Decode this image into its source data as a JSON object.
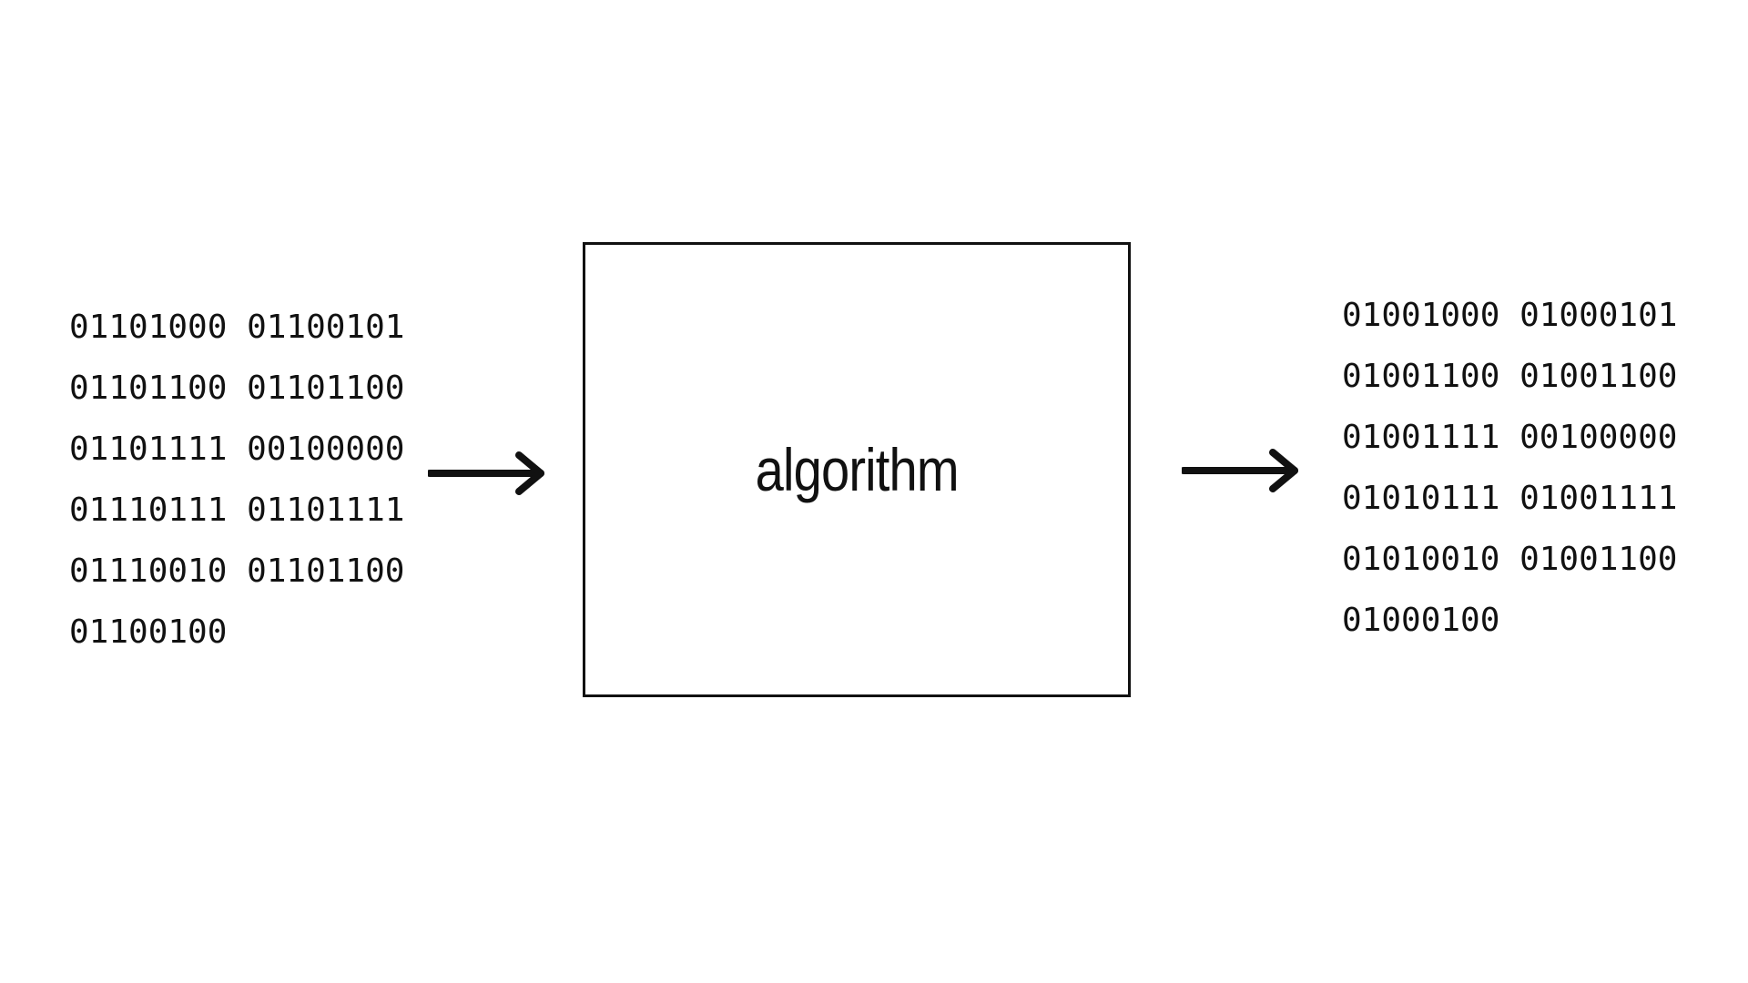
{
  "diagram": {
    "input_bits": [
      "01101000 01100101",
      "01101100 01101100",
      "01101111 00100000",
      "01110111 01101111",
      "01110010 01101100",
      "01100100"
    ],
    "algorithm_label": "algorithm",
    "output_bits": [
      "01001000 01000101",
      "01001100 01001100",
      "01001111 00100000",
      "01010111 01001111",
      "01010010 01001100",
      "01000100"
    ],
    "colors": {
      "ink": "#111111",
      "background": "#ffffff"
    }
  }
}
